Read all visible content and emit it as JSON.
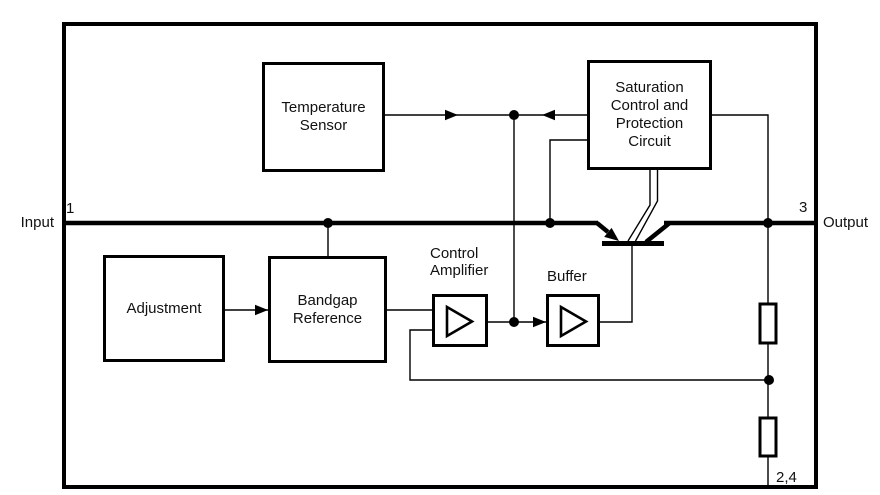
{
  "labels": {
    "input": "Input",
    "pin_input": "1",
    "pin_output": "3",
    "output": "Output",
    "pins_ground": "2,4",
    "control_amplifier": "Control\nAmplifier",
    "buffer": "Buffer"
  },
  "blocks": {
    "temperature_sensor": "Temperature\nSensor",
    "saturation": "Saturation\nControl and\nProtection\nCircuit",
    "adjustment": "Adjustment",
    "bandgap": "Bandgap\nReference"
  },
  "colors": {
    "line": "#000000",
    "background": "#ffffff"
  }
}
